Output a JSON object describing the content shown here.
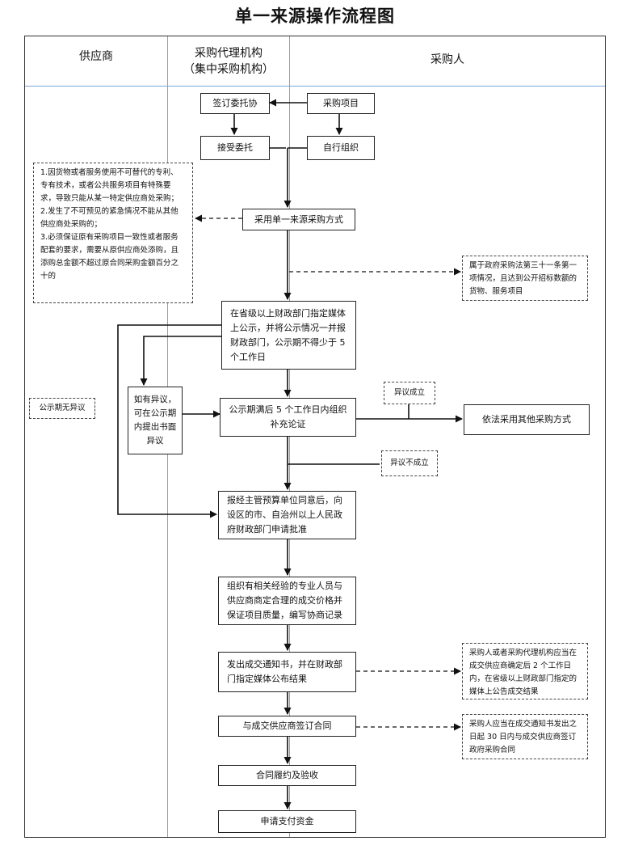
{
  "title": "单一来源操作流程图",
  "lanes": {
    "supplier": "供应商",
    "agency_line1": "采购代理机构",
    "agency_line2": "（集中采购机构）",
    "purchaser": "采购人"
  },
  "nodes": {
    "sign": "签订委托协",
    "project": "采购项目",
    "accept": "接受委托",
    "self_org": "自行组织",
    "method": "采用单一来源采购方式",
    "publish": "在省级以上财政部门指定媒体上公示，并将公示情况一并报财政部门，公示期不得少于 5 个工作日",
    "objection": "如有异议，可在公示期内提出书面异议",
    "no_objection": "公示期无异议",
    "review": "公示期满后 5 个工作日内组织补充论证",
    "obj_valid": "异议成立",
    "other_method": "依法采用其他采购方式",
    "obj_invalid": "异议不成立",
    "approval": "报经主管预算单位同意后，向设区的市、自治州以上人民政府财政部门申请批准",
    "negotiate": "组织有相关经验的专业人员与供应商商定合理的成交价格并保证项目质量，编写协商记录",
    "notice": "发出成交通知书，并在财政部门指定媒体公布结果",
    "contract": "与成交供应商签订合同",
    "perform": "合同履约及验收",
    "payment": "申请支付资金"
  },
  "notes": {
    "conditions": [
      "1.因货物或者服务使用不可替代的专利、专有技术，或者公共服务项目有特殊要求，导致只能从某一特定供应商处采购；",
      "2.发生了不可预见的紧急情况不能从其他供应商处采购的；",
      "3.必须保证原有采购项目一致性或者服务配套的要求，需要从原供应商处添购，且添购总金额不超过原合同采购金额百分之十的"
    ],
    "art31": "属于政府采购法第三十一条第一项情况，且达到公开招标数额的货物、服务项目",
    "notice_rule": "采购人或者采购代理机构应当在成交供应商确定后 2 个工作日内，在省级以上财政部门指定的媒体上公告成交结果",
    "contract_rule": "采购人应当在成交通知书发出之日起 30 日内与成交供应商签订政府采购合同"
  },
  "colors": {
    "lane_line": "#7aa7d6",
    "border": "#222222"
  }
}
